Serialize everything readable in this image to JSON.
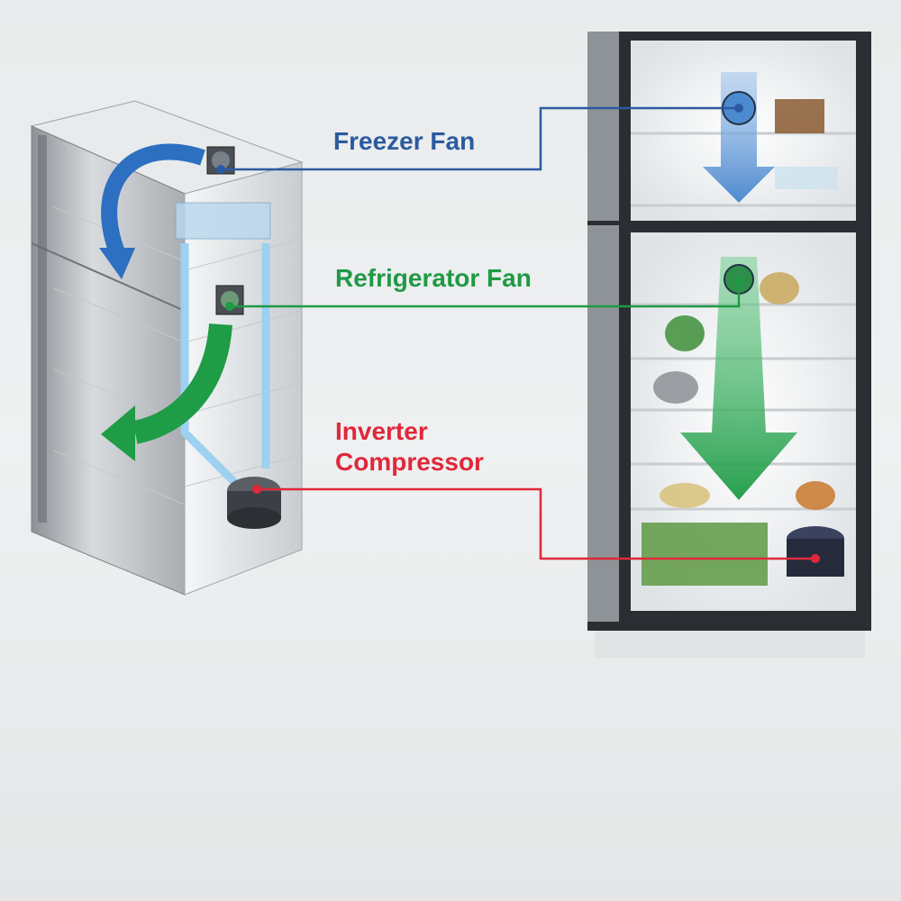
{
  "labels": {
    "freezer_fan": "Freezer Fan",
    "refrigerator_fan": "Refrigerator Fan",
    "compressor_line1": "Inverter",
    "compressor_line2": "Compressor"
  },
  "colors": {
    "freezer": "#2c5aa0",
    "refrigerator": "#1f9a45",
    "compressor": "#e0283a",
    "background": "#eceeef"
  },
  "icons": [
    "freezer-fan-icon",
    "refrigerator-fan-icon",
    "compressor-icon",
    "airflow-arrow-icon"
  ]
}
